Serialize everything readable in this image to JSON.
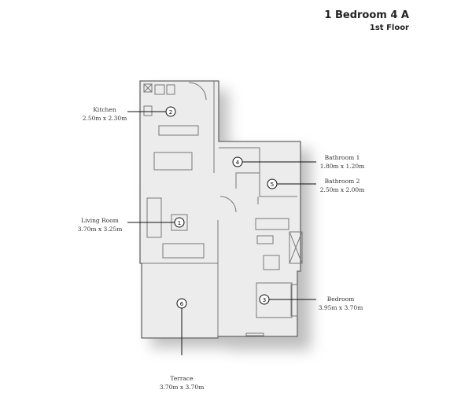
{
  "header": {
    "title": "1 Bedroom 4 A",
    "floor": "1st Floor"
  },
  "rooms": [
    {
      "number": "1",
      "name": "Living Room",
      "size": "3.70m x 3.25m"
    },
    {
      "number": "2",
      "name": "Kitchen",
      "size": "2.50m x 2.30m"
    },
    {
      "number": "3",
      "name": "Bedroom",
      "size": "3.95m x 3.70m"
    },
    {
      "number": "4",
      "name": "Bathroom 1",
      "size": "1.80m x 1.20m"
    },
    {
      "number": "5",
      "name": "Bathroom 2",
      "size": "2.50m x 2.00m"
    },
    {
      "number": "6",
      "name": "Terrace",
      "size": "3.70m x 3.70m"
    }
  ]
}
